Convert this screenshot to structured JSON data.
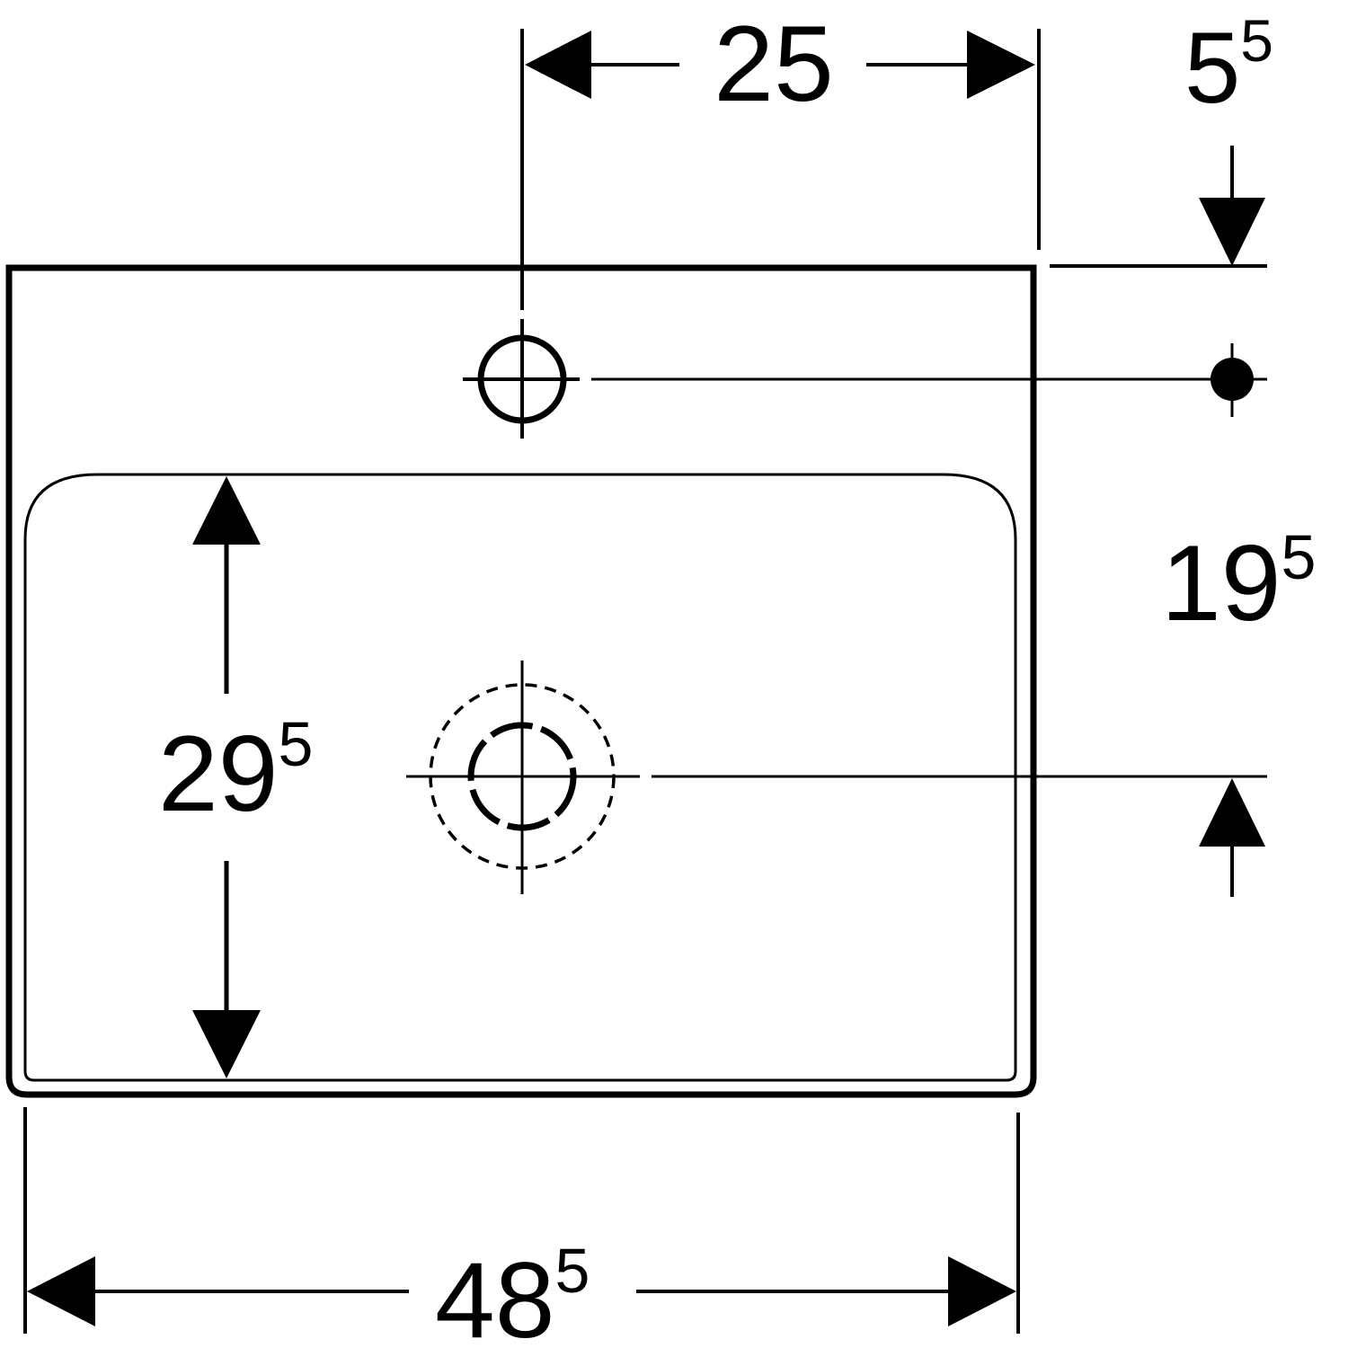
{
  "dimensions": {
    "tap_hole_offset": {
      "main": "25",
      "sup": ""
    },
    "top_rim_to_tap_hole": {
      "main": "5",
      "sup": "5"
    },
    "bowl_depth": {
      "main": "29",
      "sup": "5"
    },
    "rim_to_drain": {
      "main": "19",
      "sup": "5"
    },
    "overall_width": {
      "main": "48",
      "sup": "5"
    }
  },
  "colors": {
    "line": "#000000",
    "background": "#ffffff"
  }
}
